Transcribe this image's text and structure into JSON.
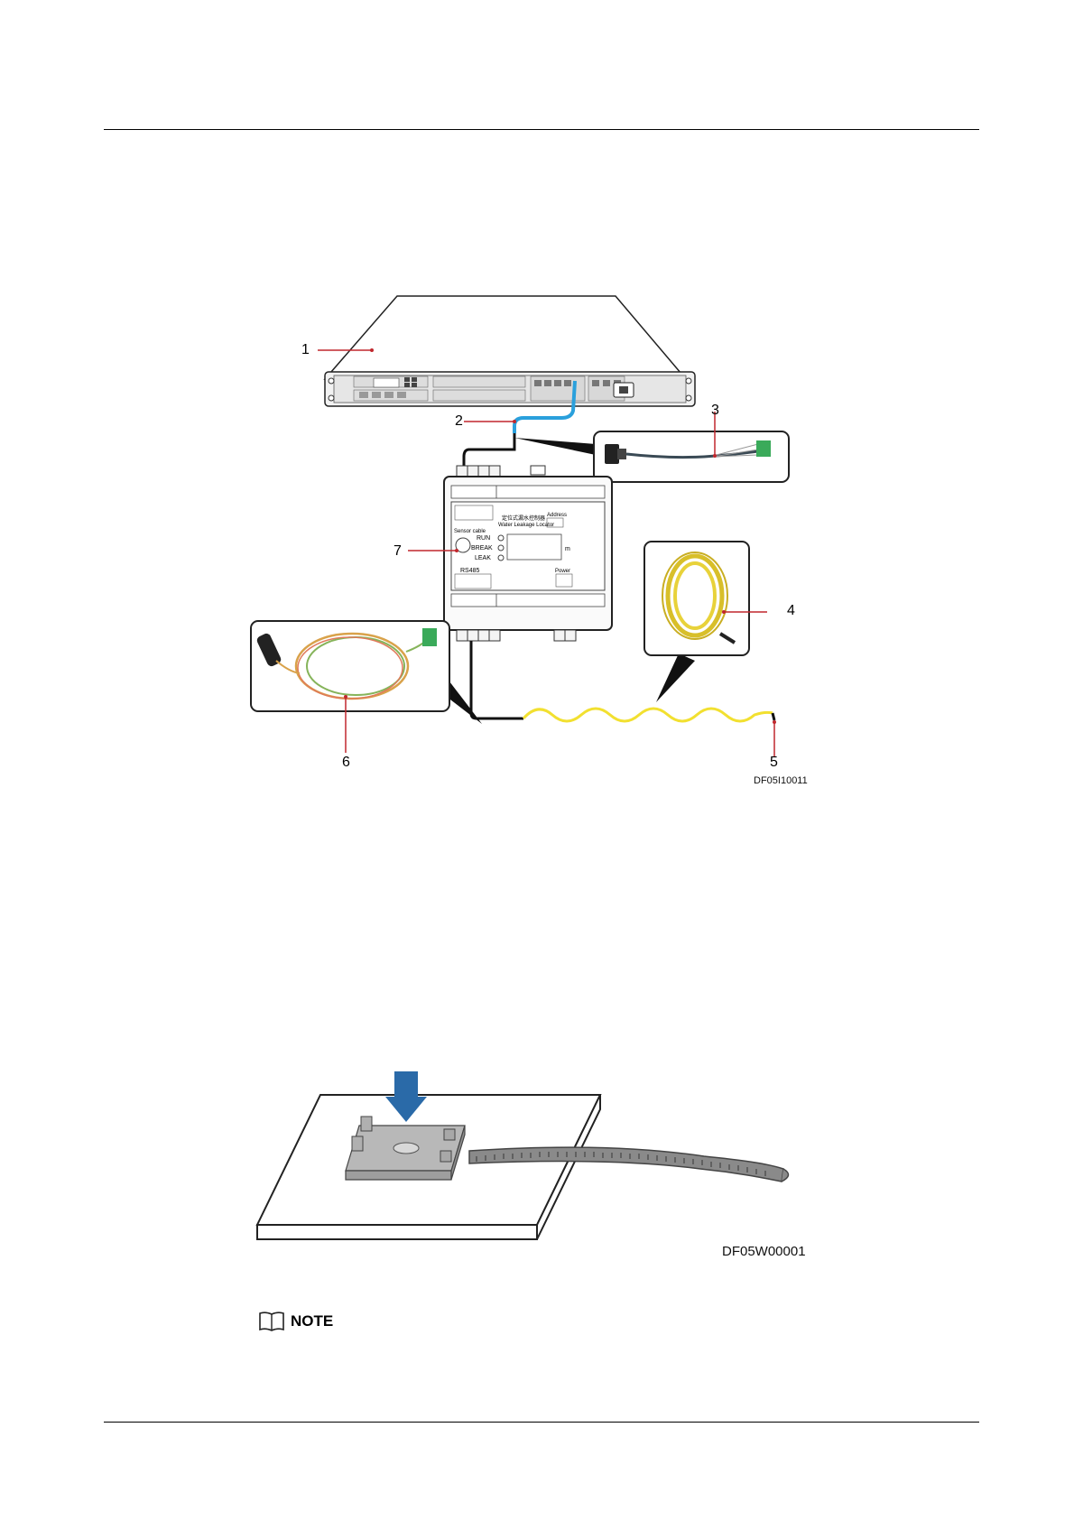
{
  "figure1": {
    "code": "DF05I10011",
    "callouts": [
      "1",
      "2",
      "3",
      "4",
      "5",
      "6",
      "7"
    ],
    "locator_panel": {
      "sensor_cable": "Sensor cable",
      "title_cn": "定位式漏水控制器",
      "title_en": "Water Leakage Locator",
      "address": "Address",
      "run": "RUN",
      "break": "BREAK",
      "leak": "LEAK",
      "unit_m": "m",
      "rs485": "RS485",
      "power": "Power"
    }
  },
  "figure2": {
    "code": "DF05W00001"
  },
  "note": {
    "label": "NOTE",
    "icon": "book-icon"
  },
  "colors": {
    "cable_blue": "#2aa0dc",
    "sensor_yellow": "#f2e030",
    "arrow_blue": "#2a6aa8",
    "callout_red": "#c0272d"
  }
}
